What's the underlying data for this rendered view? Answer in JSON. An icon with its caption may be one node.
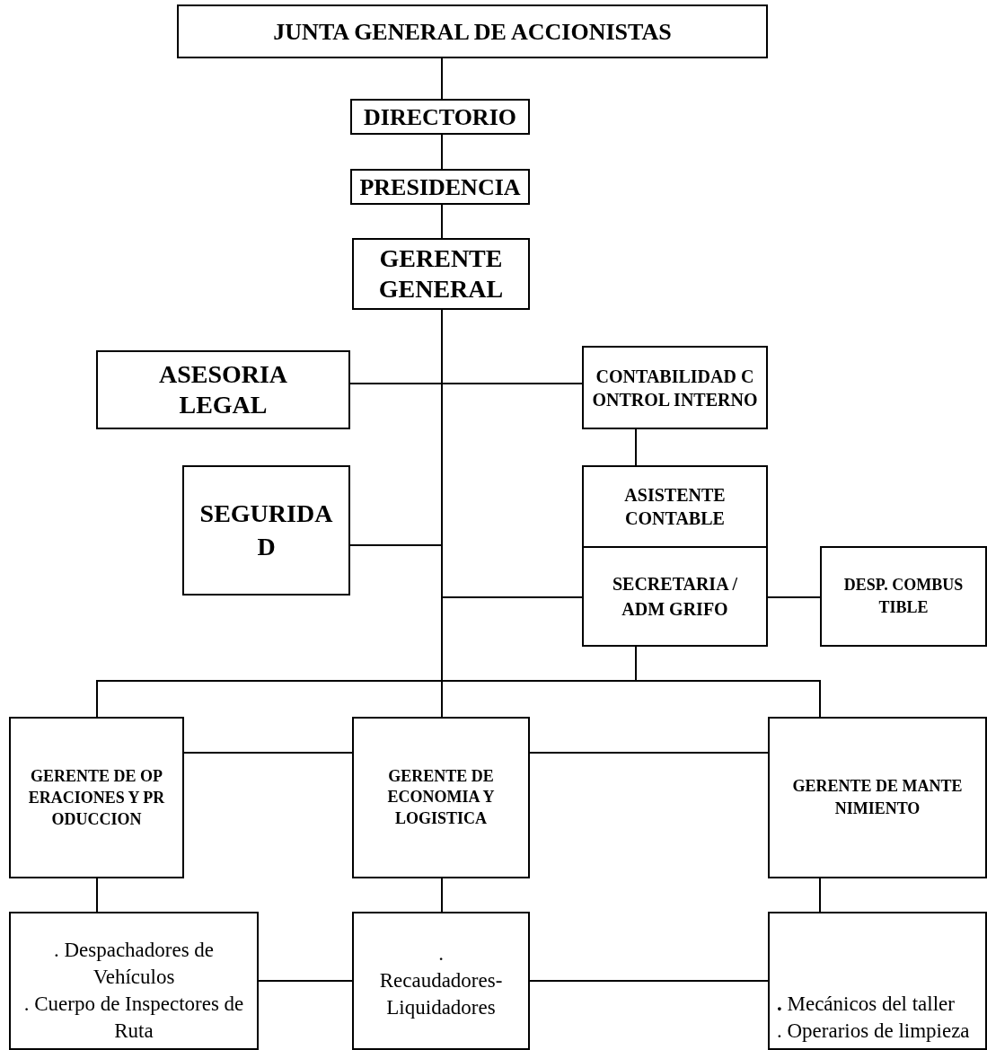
{
  "diagram": {
    "nodes": [
      {
        "text": [
          "JUNTA GENERAL DE ACCIONISTAS"
        ]
      },
      {
        "text": [
          "DIRECTORIO"
        ]
      },
      {
        "text": [
          "PRESIDENCIA"
        ]
      },
      {
        "text": [
          "GERENTE GENERAL"
        ]
      },
      {
        "text": [
          "ASESORIA LEGAL"
        ]
      },
      {
        "text": [
          "CONTABILIDAD CONTROL INTERNO"
        ]
      },
      {
        "text": [
          "SEGURIDAD"
        ]
      },
      {
        "text": [
          "ASISTENTE CONTABLE"
        ]
      },
      {
        "text": [
          "SECRETARIA / ADM GRIFO"
        ]
      },
      {
        "text": [
          "DESP. COMBUSTIBLE"
        ]
      },
      {
        "text": [
          "GERENTE DE OPERACIONES Y PRODUCCION"
        ]
      },
      {
        "text": [
          "GERENTE DE ECONOMIA Y LOGISTICA"
        ]
      },
      {
        "text": [
          "GERENTE DE MANTENIMIENTO"
        ]
      },
      {
        "text": [
          ". Despachadores de Vehículos",
          ". Cuerpo de Inspectores de Ruta"
        ]
      },
      {
        "text": [
          ". Recaudadores-Liquidadores"
        ]
      },
      {
        "text": [
          "**.** Mecánicos del taller",
          ". Operarios de limpieza"
        ]
      }
    ],
    "edges": [
      {
        "from": 0,
        "to": 1,
        "arrow": "none"
      },
      {
        "from": 1,
        "to": 2,
        "arrow": "none"
      },
      {
        "from": 2,
        "to": 3,
        "arrow": "none"
      },
      {
        "from": 3,
        "to": 4,
        "arrow": "none"
      },
      {
        "from": 3,
        "to": 5,
        "arrow": "none"
      },
      {
        "from": 5,
        "to": 7,
        "arrow": "none"
      },
      {
        "from": 3,
        "to": 6,
        "arrow": "none"
      },
      {
        "from": 3,
        "to": 8,
        "arrow": "none"
      },
      {
        "from": 8,
        "to": 9,
        "arrow": "none"
      },
      {
        "from": 3,
        "to": 10,
        "arrow": "none"
      },
      {
        "from": 3,
        "to": 11,
        "arrow": "none"
      },
      {
        "from": 3,
        "to": 12,
        "arrow": "none"
      },
      {
        "from": 8,
        "to": 12,
        "arrow": "none"
      },
      {
        "from": 10,
        "to": 11,
        "arrow": "none"
      },
      {
        "from": 11,
        "to": 12,
        "arrow": "none"
      },
      {
        "from": 10,
        "to": 13,
        "arrow": "none"
      },
      {
        "from": 11,
        "to": 14,
        "arrow": "none"
      },
      {
        "from": 12,
        "to": 15,
        "arrow": "none"
      },
      {
        "from": 13,
        "to": 14,
        "arrow": "none"
      },
      {
        "from": 14,
        "to": 15,
        "arrow": "none"
      }
    ]
  }
}
